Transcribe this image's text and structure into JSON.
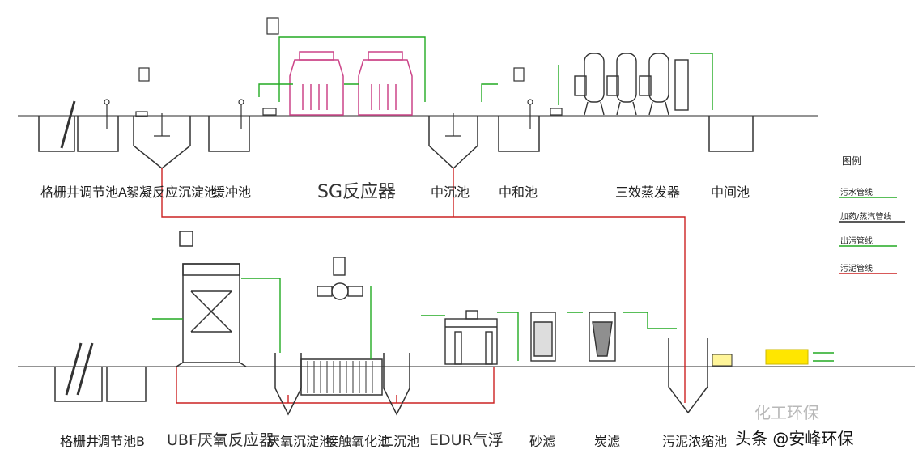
{
  "top_row": {
    "labels": [
      "格栅井",
      "调节池A",
      "絮凝反应沉淀池",
      "缓冲池",
      "SG反应器",
      "中沉池",
      "中和池",
      "三效蒸发器",
      "中间池"
    ]
  },
  "bottom_row": {
    "labels": [
      "格栅井",
      "调节池B",
      "UBF厌氧反应器",
      "厌氧沉淀池",
      "接触氧化池",
      "二沉池",
      "EDUR气浮",
      "砂滤",
      "炭滤",
      "污泥浓缩池"
    ]
  },
  "legend": {
    "title": "图例",
    "items": [
      {
        "label": "污水管线",
        "color": "#22aa22"
      },
      {
        "label": "加药/蒸汽管线",
        "color": "#222222"
      },
      {
        "label": "出污管线",
        "color": "#22aa22"
      },
      {
        "label": "污泥管线",
        "color": "#cc2222"
      }
    ]
  },
  "watermark": {
    "source": "化工环保",
    "credit": "头条 @安峰环保"
  },
  "colors": {
    "sludge": "#cc2222",
    "water": "#22aa22",
    "reactor": "#cc4488",
    "equipment": "#333333",
    "highlight": "#ffe600"
  }
}
